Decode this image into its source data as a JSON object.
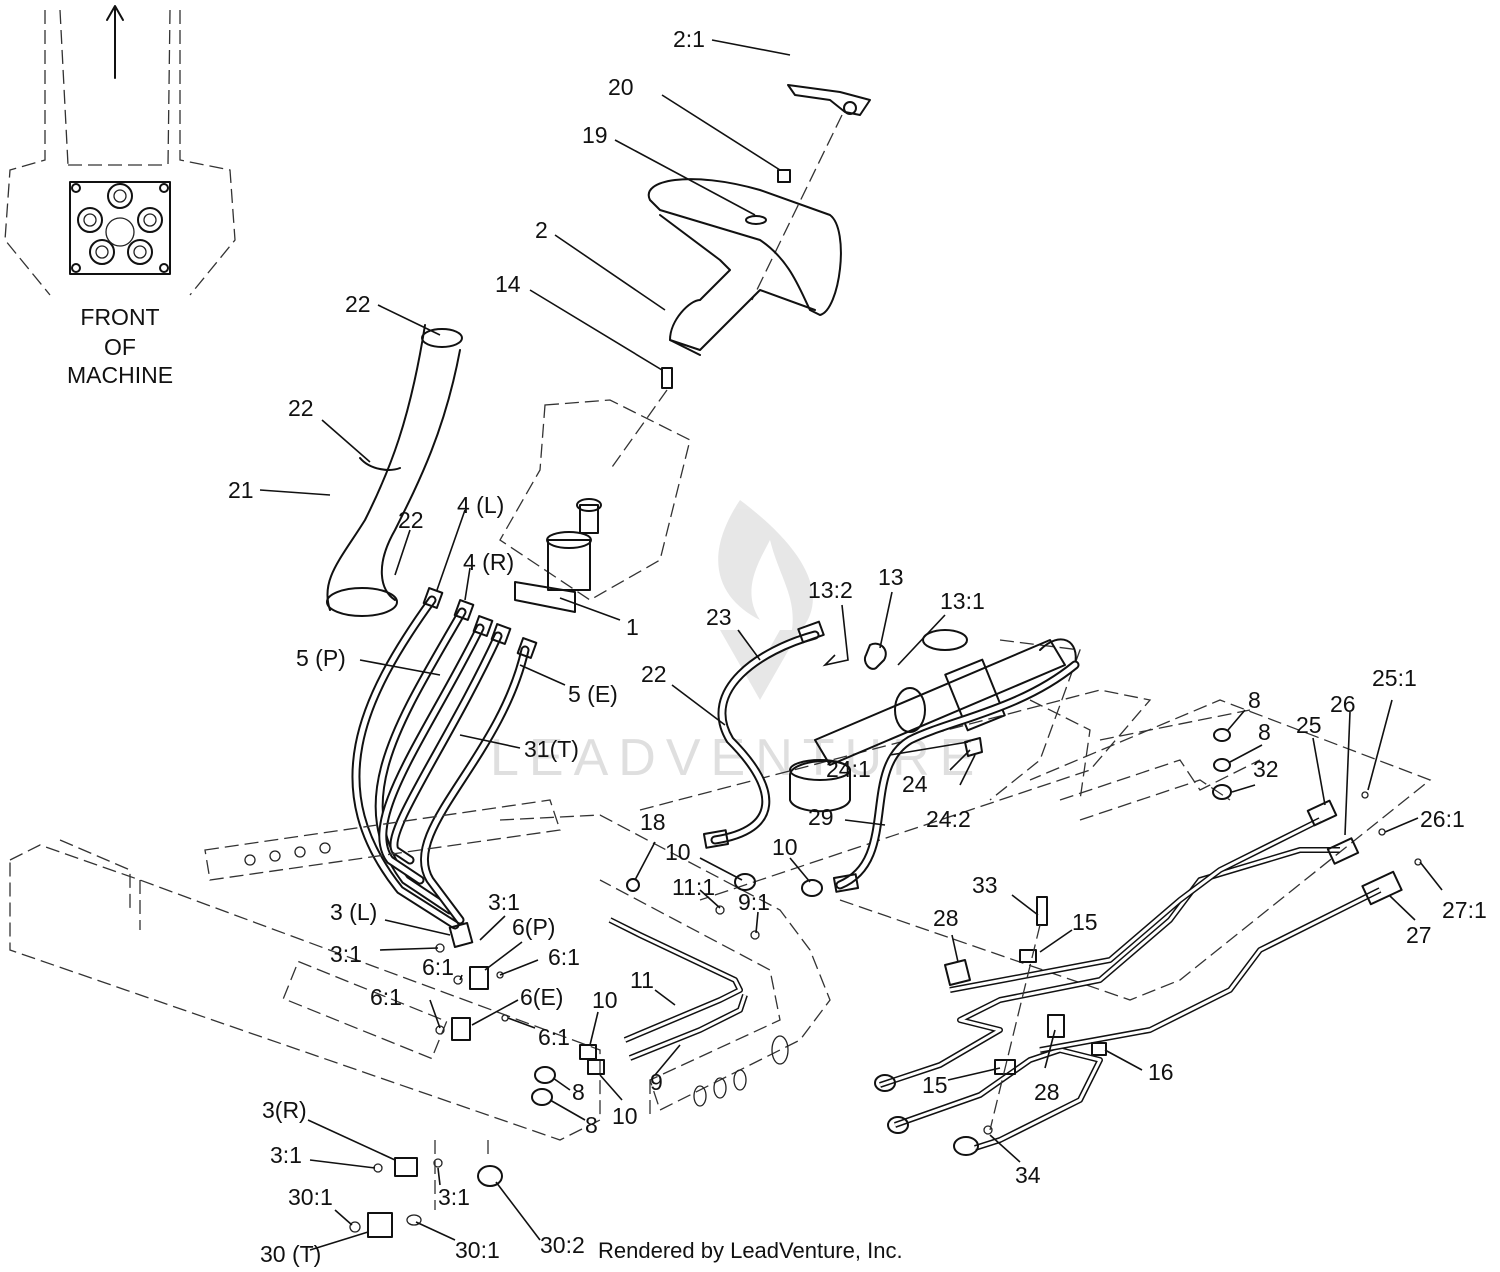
{
  "inset": {
    "title_lines": [
      "FRONT",
      "OF",
      "MACHINE"
    ]
  },
  "watermark": "LEADVENTURE",
  "credit": "Rendered by LeadVenture, Inc.",
  "callouts": [
    "2:1",
    "20",
    "19",
    "2",
    "14",
    "22",
    "22",
    "21",
    "22",
    "4 (L)",
    "4 (R)",
    "1",
    "5 (P)",
    "5 (E)",
    "31(T)",
    "23",
    "22",
    "13:2",
    "13",
    "13:1",
    "24:1",
    "24",
    "24:2",
    "29",
    "8",
    "8",
    "32",
    "25",
    "26",
    "25:1",
    "26:1",
    "27:1",
    "27",
    "18",
    "10",
    "10",
    "11:1",
    "9:1",
    "33",
    "15",
    "28",
    "15",
    "28",
    "16",
    "34",
    "3 (L)",
    "3:1",
    "3:1",
    "6(P)",
    "6:1",
    "6:1",
    "6:1",
    "6(E)",
    "6:1",
    "10",
    "11",
    "9",
    "8",
    "8",
    "10",
    "3(R)",
    "3:1",
    "3:1",
    "30:1",
    "30:1",
    "30 (T)",
    "30:2"
  ]
}
